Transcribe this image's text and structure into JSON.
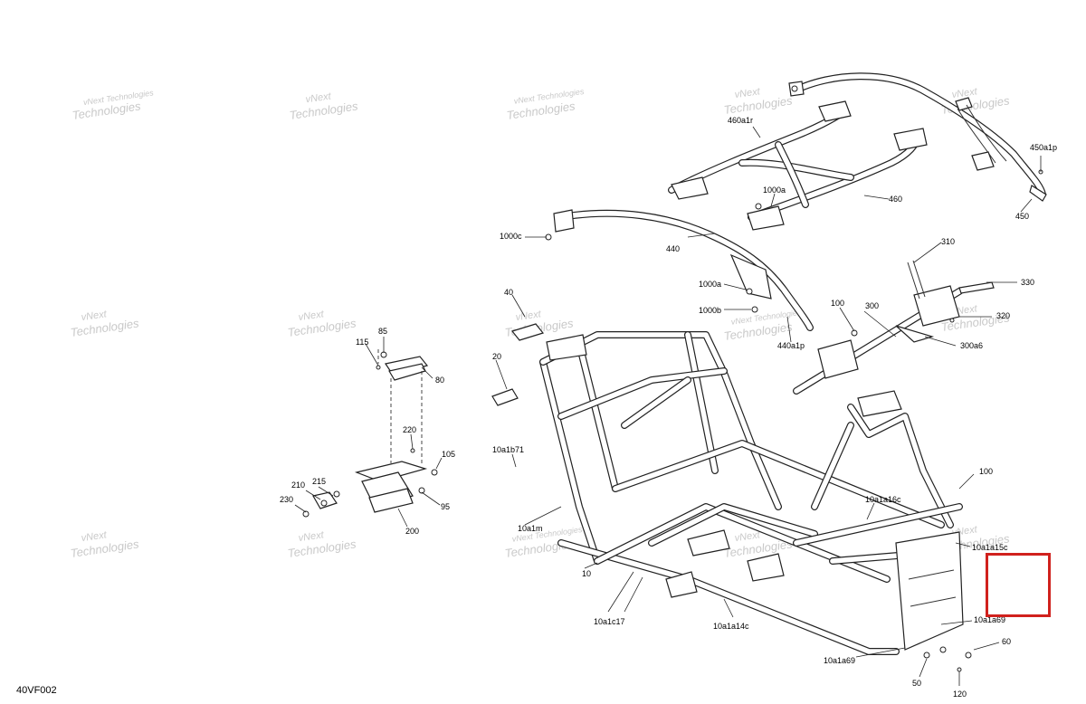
{
  "figure": {
    "reference_code": "40VF002",
    "highlight_color": "#d0211d"
  },
  "watermark": {
    "line1": "vNext",
    "line2": "Technologies",
    "small": "vNext Technologies"
  },
  "callouts": [
    {
      "id": "c450a1p",
      "text": "450a1p"
    },
    {
      "id": "c460a1r",
      "text": "460a1r"
    },
    {
      "id": "c1000a",
      "text": "1000a"
    },
    {
      "id": "c460",
      "text": "460"
    },
    {
      "id": "c450",
      "text": "450"
    },
    {
      "id": "c1000c",
      "text": "1000c"
    },
    {
      "id": "c440",
      "text": "440"
    },
    {
      "id": "c310",
      "text": "310"
    },
    {
      "id": "c330",
      "text": "330"
    },
    {
      "id": "c1000a_2",
      "text": "1000a"
    },
    {
      "id": "c1000b",
      "text": "1000b"
    },
    {
      "id": "c40",
      "text": "40"
    },
    {
      "id": "c100_top",
      "text": "100"
    },
    {
      "id": "c300",
      "text": "300"
    },
    {
      "id": "c320",
      "text": "320"
    },
    {
      "id": "c440a1p",
      "text": "440a1p"
    },
    {
      "id": "c300a6",
      "text": "300a6"
    },
    {
      "id": "c85",
      "text": "85"
    },
    {
      "id": "c115",
      "text": "115"
    },
    {
      "id": "c80",
      "text": "80"
    },
    {
      "id": "c20",
      "text": "20"
    },
    {
      "id": "c220",
      "text": "220"
    },
    {
      "id": "c105",
      "text": "105"
    },
    {
      "id": "c10a1b71",
      "text": "10a1b71"
    },
    {
      "id": "c100_right",
      "text": "100"
    },
    {
      "id": "c210",
      "text": "210"
    },
    {
      "id": "c215",
      "text": "215"
    },
    {
      "id": "c95",
      "text": "95"
    },
    {
      "id": "c230",
      "text": "230"
    },
    {
      "id": "c10a1a16c",
      "text": "10a1a16c"
    },
    {
      "id": "c200",
      "text": "200"
    },
    {
      "id": "c10a1m",
      "text": "10a1m"
    },
    {
      "id": "c10a1a15c",
      "text": "10a1a15c"
    },
    {
      "id": "c10",
      "text": "10"
    },
    {
      "id": "c10a1c17",
      "text": "10a1c17"
    },
    {
      "id": "c10a1a14c",
      "text": "10a1a14c"
    },
    {
      "id": "c10a1a69_r",
      "text": "10a1a69"
    },
    {
      "id": "c60",
      "text": "60"
    },
    {
      "id": "c10a1a69_b",
      "text": "10a1a69"
    },
    {
      "id": "c50",
      "text": "50"
    },
    {
      "id": "c120",
      "text": "120"
    }
  ]
}
